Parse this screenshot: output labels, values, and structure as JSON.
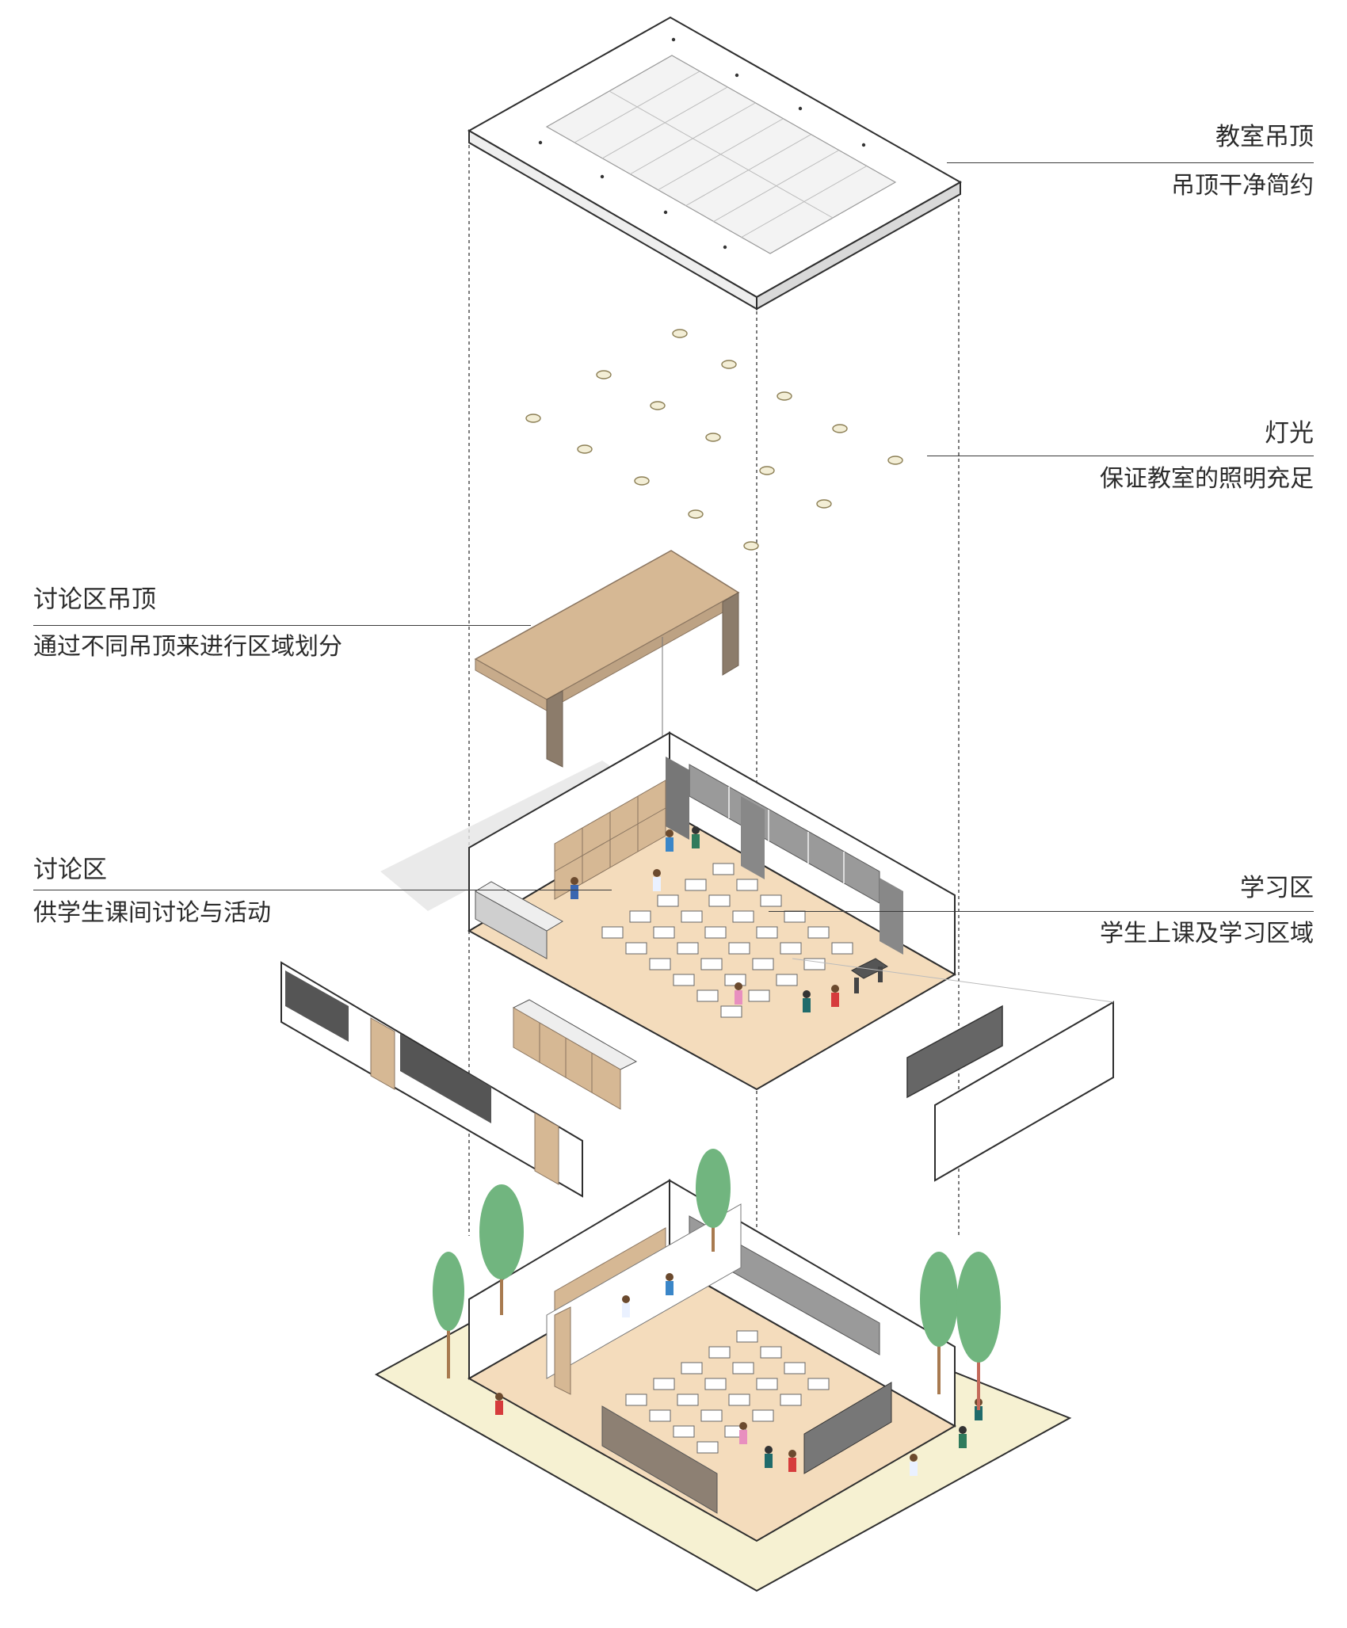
{
  "annotations": {
    "ceiling": {
      "title": "教室吊顶",
      "desc": "吊顶干净简约"
    },
    "lighting": {
      "title": "灯光",
      "desc": "保证教室的照明充足"
    },
    "discussion_ceiling": {
      "title": "讨论区吊顶",
      "desc": "通过不同吊顶来进行区域划分"
    },
    "discussion_area": {
      "title": "讨论区",
      "desc": "供学生课间讨论与活动"
    },
    "study_area": {
      "title": "学习区",
      "desc": "学生上课及学习区域"
    }
  },
  "colors": {
    "floor": "#f4dcbc",
    "wood": "#d6b894",
    "wood_dark": "#9b8a78",
    "ground": "#f6f1d2",
    "tree": "#71b57f",
    "wall": "#ffffff",
    "line": "#2e2e2e"
  }
}
